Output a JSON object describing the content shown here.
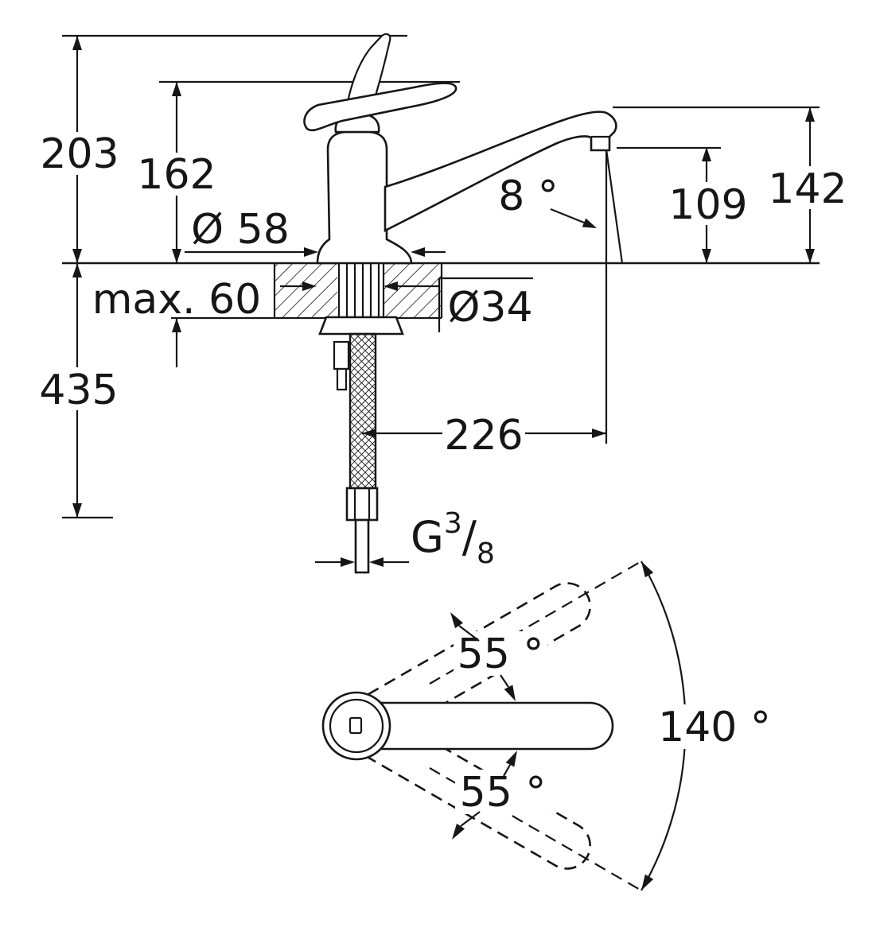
{
  "drawing": {
    "type": "technical-dimension-drawing",
    "subject": "single-lever kitchen sink mixer, side view and top (swivel) view",
    "ink_color": "#161616",
    "background_color": "#ffffff"
  },
  "labels": {
    "total_height": "203",
    "lever_height": "162",
    "base_diameter": "Ø 58",
    "counter_max": "max. 60",
    "under_counter": "435",
    "outlet_height": "109",
    "spout_height": "142",
    "stream_angle": "8 °",
    "hole_diameter": "Ø34",
    "reach": "226",
    "thread_g": "G",
    "thread_sup": "3",
    "thread_slash": "/",
    "thread_sub": "8",
    "swivel_upper": "55 °",
    "swivel_lower": "55 °",
    "swivel_total": "140 °"
  }
}
